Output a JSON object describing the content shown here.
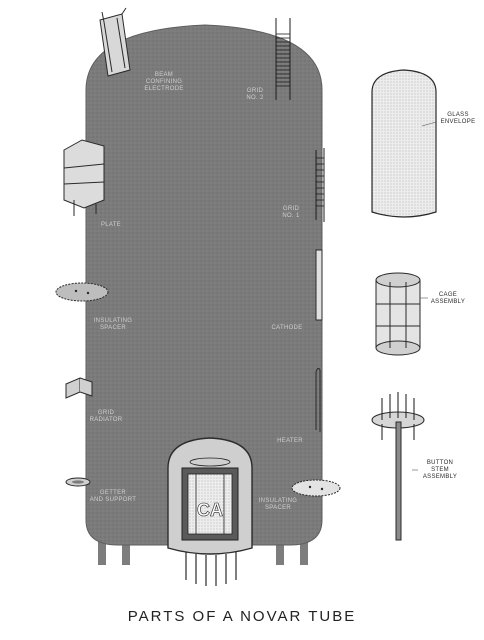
{
  "caption": "PARTS OF A NOVAR TUBE",
  "labels": {
    "beam": [
      "BEAM",
      "CONFINING",
      "ELECTRODE"
    ],
    "grid2": [
      "GRID",
      "NO. 2"
    ],
    "glass": [
      "GLASS",
      "ENVELOPE"
    ],
    "plate": [
      "PLATE"
    ],
    "grid1": [
      "GRID",
      "NO. 1"
    ],
    "cage": [
      "CAGE",
      "ASSEMBLY"
    ],
    "insulating_spacer_top": [
      "INSULATING",
      "SPACER"
    ],
    "cathode": [
      "CATHODE"
    ],
    "grid_radiator": [
      "GRID",
      "RADIATOR"
    ],
    "heater": [
      "HEATER"
    ],
    "button_stem": [
      "BUTTON",
      "STEM",
      "ASSEMBLY"
    ],
    "getter": [
      "GETTER",
      "AND SUPPORT"
    ],
    "insulating_spacer_bottom": [
      "INSULATING",
      "SPACER"
    ],
    "tube_marking": "CA"
  },
  "colors": {
    "tube_body": "#7d7d7d",
    "ink": "#2a2a2a",
    "background": "#ffffff"
  }
}
